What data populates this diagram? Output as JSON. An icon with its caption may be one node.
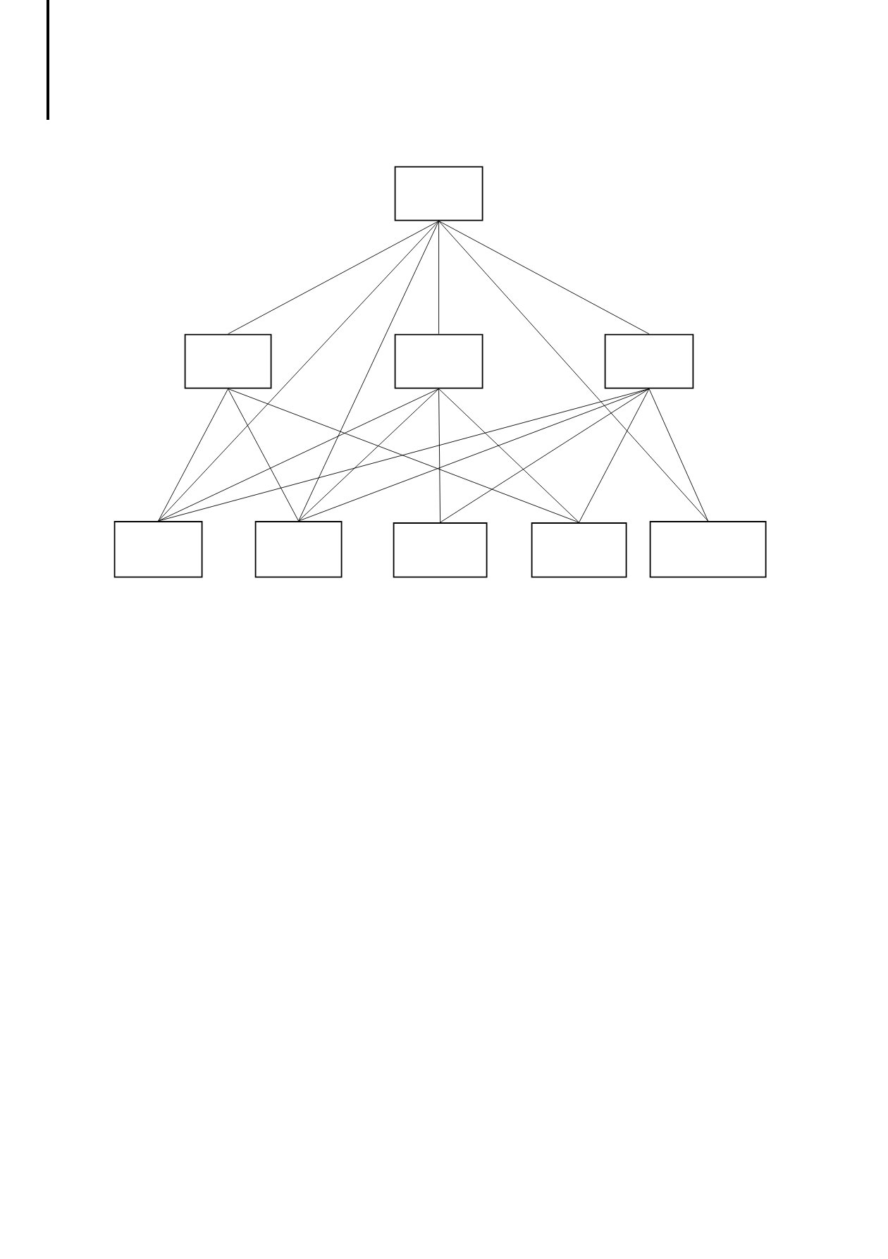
{
  "diagram": {
    "nodes": [
      {
        "text": [],
        "shape": "box"
      },
      {
        "text": [],
        "shape": "box"
      },
      {
        "text": [],
        "shape": "box"
      },
      {
        "text": [],
        "shape": "box"
      },
      {
        "text": [],
        "shape": "box"
      },
      {
        "text": [],
        "shape": "box"
      },
      {
        "text": [],
        "shape": "box"
      },
      {
        "text": [],
        "shape": "box"
      },
      {
        "text": [],
        "shape": "box"
      }
    ],
    "edges": [
      {
        "from": 0,
        "to": 1,
        "arrow": "none"
      },
      {
        "from": 0,
        "to": 4,
        "arrow": "none"
      },
      {
        "from": 0,
        "to": 5,
        "arrow": "none"
      },
      {
        "from": 0,
        "to": 2,
        "arrow": "none"
      },
      {
        "from": 0,
        "to": 8,
        "arrow": "none"
      },
      {
        "from": 0,
        "to": 3,
        "arrow": "none"
      },
      {
        "from": 1,
        "to": 4,
        "arrow": "none"
      },
      {
        "from": 1,
        "to": 5,
        "arrow": "none"
      },
      {
        "from": 1,
        "to": 7,
        "arrow": "none"
      },
      {
        "from": 2,
        "to": 4,
        "arrow": "none"
      },
      {
        "from": 2,
        "to": 5,
        "arrow": "none"
      },
      {
        "from": 2,
        "to": 6,
        "arrow": "none"
      },
      {
        "from": 2,
        "to": 7,
        "arrow": "none"
      },
      {
        "from": 3,
        "to": 4,
        "arrow": "none"
      },
      {
        "from": 3,
        "to": 5,
        "arrow": "none"
      },
      {
        "from": 3,
        "to": 6,
        "arrow": "none"
      },
      {
        "from": 3,
        "to": 7,
        "arrow": "none"
      },
      {
        "from": 3,
        "to": 8,
        "arrow": "none"
      }
    ]
  }
}
